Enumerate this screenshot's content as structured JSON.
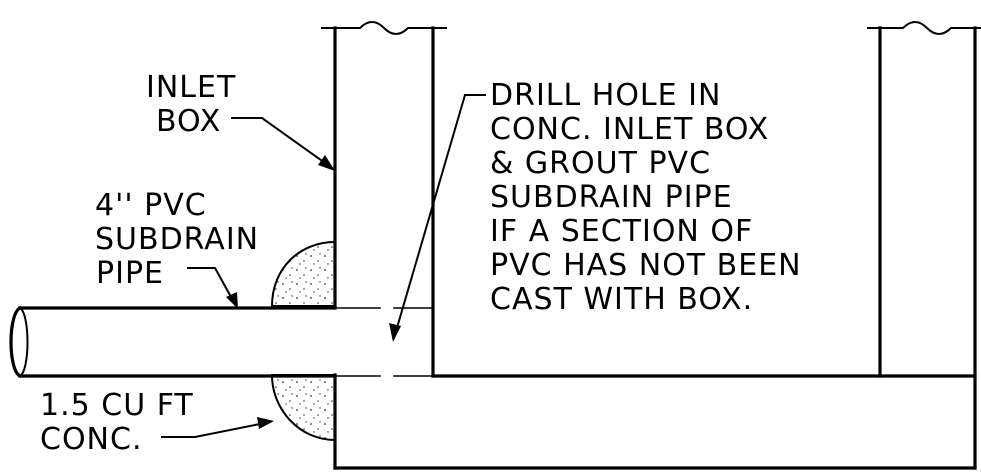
{
  "labels": {
    "inlet_box": [
      "INLET",
      "BOX"
    ],
    "pvc_pipe": [
      "4'' PVC",
      "SUBDRAIN",
      "PIPE"
    ],
    "concrete": [
      "1.5 CU FT",
      "CONC."
    ],
    "note": [
      "DRILL HOLE IN",
      "CONC. INLET BOX",
      "& GROUT PVC",
      "SUBDRAIN PIPE",
      "IF A SECTION OF",
      "PVC HAS NOT BEEN",
      "CAST WITH BOX."
    ]
  }
}
